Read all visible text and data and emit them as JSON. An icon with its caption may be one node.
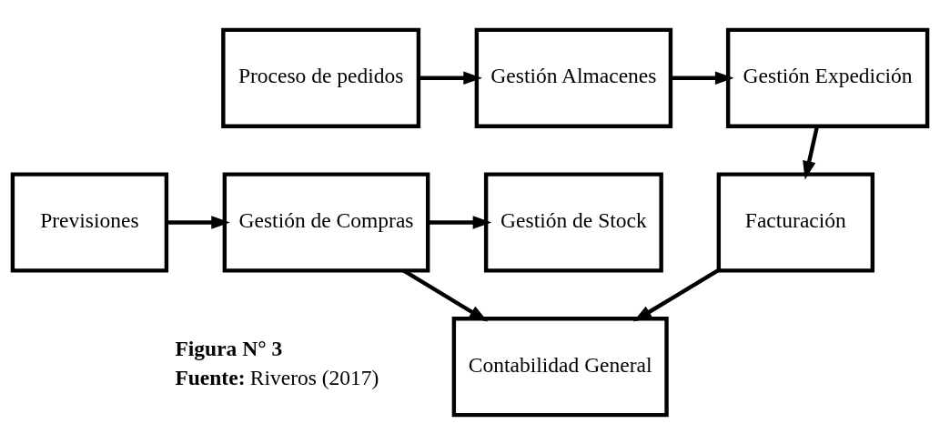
{
  "diagram": {
    "nodes": [
      {
        "text": [
          "Proceso de pedidos"
        ]
      },
      {
        "text": [
          "Gestión Almacenes"
        ]
      },
      {
        "text": [
          "Gestión Expedición"
        ]
      },
      {
        "text": [
          "Previsiones"
        ]
      },
      {
        "text": [
          "Gestión de Compras"
        ]
      },
      {
        "text": [
          "Gestión de Stock"
        ]
      },
      {
        "text": [
          "Facturación"
        ]
      },
      {
        "text": [
          "Contabilidad General"
        ]
      }
    ],
    "edges": [
      {
        "from": 0,
        "to": 1,
        "arrow": "to"
      },
      {
        "from": 1,
        "to": 2,
        "arrow": "to"
      },
      {
        "from": 2,
        "to": 6,
        "arrow": "to"
      },
      {
        "from": 3,
        "to": 4,
        "arrow": "to"
      },
      {
        "from": 4,
        "to": 5,
        "arrow": "to"
      },
      {
        "from": 4,
        "to": 7,
        "arrow": "to"
      },
      {
        "from": 6,
        "to": 7,
        "arrow": "to"
      }
    ],
    "labels": [
      "Figura N° 3",
      "**Fuente:** Riveros (2017)"
    ]
  }
}
